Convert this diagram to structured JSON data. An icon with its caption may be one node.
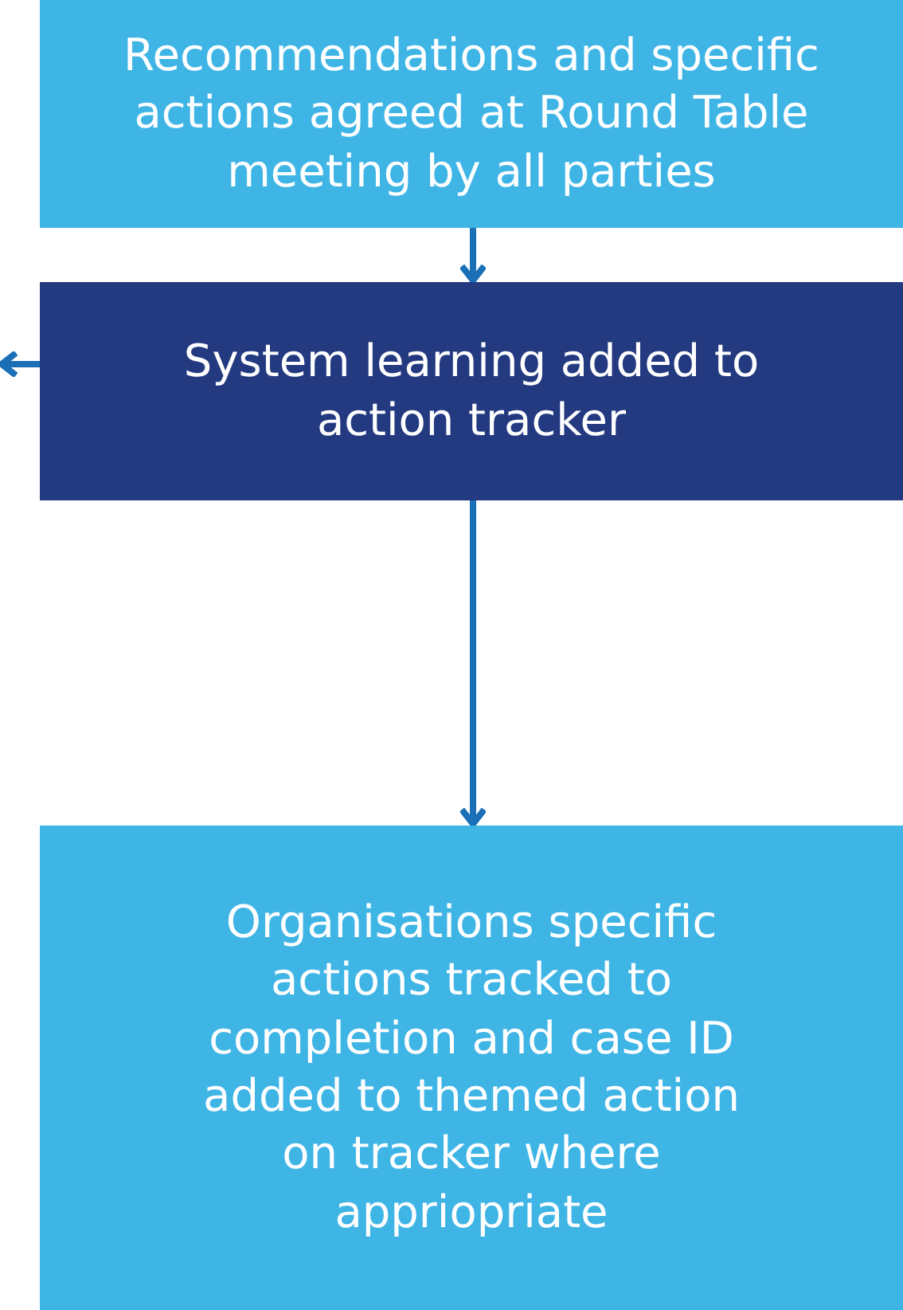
{
  "diagram": {
    "nodes": [
      {
        "text": [
          "Recommendations and specific actions agreed at Round Table meeting by all parties"
        ]
      },
      {
        "text": [
          "System learning added to action tracker"
        ]
      },
      {
        "text": [
          "Organisations specific actions tracked to completion and case ID added to themed action on tracker where appriopriate"
        ]
      }
    ],
    "edges": [
      {
        "from": 0,
        "to": 1,
        "arrow": "to"
      },
      {
        "from": 1,
        "to": 2,
        "arrow": "to"
      },
      {
        "from": 1,
        "to": null,
        "arrow": "to"
      }
    ]
  }
}
